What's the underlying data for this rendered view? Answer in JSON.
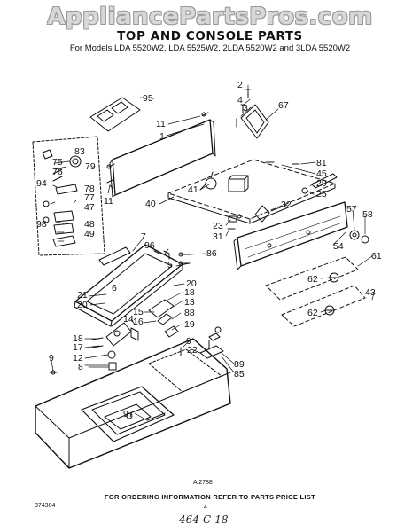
{
  "watermark": "AppliancePartsPros.com",
  "title": "TOP AND CONSOLE PARTS",
  "subtitle": "For Models LDA 5520W2, LDA 5525W2, 2LDA 5520W2 and 3LDA 5520W2",
  "callouts": [
    {
      "id": "c2",
      "text": "2"
    },
    {
      "id": "c95",
      "text": "95"
    },
    {
      "id": "c4",
      "text": "4"
    },
    {
      "id": "c3",
      "text": "3"
    },
    {
      "id": "c67",
      "text": "67"
    },
    {
      "id": "c11a",
      "text": "11"
    },
    {
      "id": "c1",
      "text": "1"
    },
    {
      "id": "c83",
      "text": "83"
    },
    {
      "id": "c75",
      "text": "75"
    },
    {
      "id": "c79",
      "text": "79"
    },
    {
      "id": "c76",
      "text": "76"
    },
    {
      "id": "c94",
      "text": "94"
    },
    {
      "id": "c78",
      "text": "78"
    },
    {
      "id": "c77",
      "text": "77"
    },
    {
      "id": "c47",
      "text": "47"
    },
    {
      "id": "c11b",
      "text": "11"
    },
    {
      "id": "c98",
      "text": "98"
    },
    {
      "id": "c48",
      "text": "48"
    },
    {
      "id": "c49",
      "text": "49"
    },
    {
      "id": "c81",
      "text": "81"
    },
    {
      "id": "c45",
      "text": "45"
    },
    {
      "id": "c29",
      "text": "29"
    },
    {
      "id": "c25",
      "text": "25"
    },
    {
      "id": "c41",
      "text": "41"
    },
    {
      "id": "c40",
      "text": "40"
    },
    {
      "id": "c32",
      "text": "32"
    },
    {
      "id": "c23",
      "text": "23"
    },
    {
      "id": "c31",
      "text": "31"
    },
    {
      "id": "c57",
      "text": "57"
    },
    {
      "id": "c58",
      "text": "58"
    },
    {
      "id": "c54",
      "text": "54"
    },
    {
      "id": "c7",
      "text": "7"
    },
    {
      "id": "c96",
      "text": "96"
    },
    {
      "id": "c86",
      "text": "86"
    },
    {
      "id": "c5",
      "text": "5"
    },
    {
      "id": "c61",
      "text": "61"
    },
    {
      "id": "c62a",
      "text": "62"
    },
    {
      "id": "c20a",
      "text": "20"
    },
    {
      "id": "c6",
      "text": "6"
    },
    {
      "id": "c18a",
      "text": "18"
    },
    {
      "id": "c21",
      "text": "21"
    },
    {
      "id": "c20b",
      "text": "20"
    },
    {
      "id": "c13",
      "text": "13"
    },
    {
      "id": "c43",
      "text": "43"
    },
    {
      "id": "c15",
      "text": "15"
    },
    {
      "id": "c88",
      "text": "88"
    },
    {
      "id": "c14",
      "text": "14"
    },
    {
      "id": "c16",
      "text": "16"
    },
    {
      "id": "c19",
      "text": "19"
    },
    {
      "id": "c62b",
      "text": "62"
    },
    {
      "id": "c18b",
      "text": "18"
    },
    {
      "id": "c17",
      "text": "17"
    },
    {
      "id": "c9a",
      "text": "9"
    },
    {
      "id": "c12",
      "text": "12"
    },
    {
      "id": "c22",
      "text": "22"
    },
    {
      "id": "c89",
      "text": "89"
    },
    {
      "id": "c9b",
      "text": "9"
    },
    {
      "id": "c8",
      "text": "8"
    },
    {
      "id": "c85",
      "text": "85"
    },
    {
      "id": "c97",
      "text": "97"
    }
  ],
  "figure_ref": "A 2788",
  "footnote": "FOR ORDERING INFORMATION REFER TO PARTS PRICE LIST",
  "doc_number": "374304",
  "page_number": "4",
  "handwritten": "464-C-18"
}
